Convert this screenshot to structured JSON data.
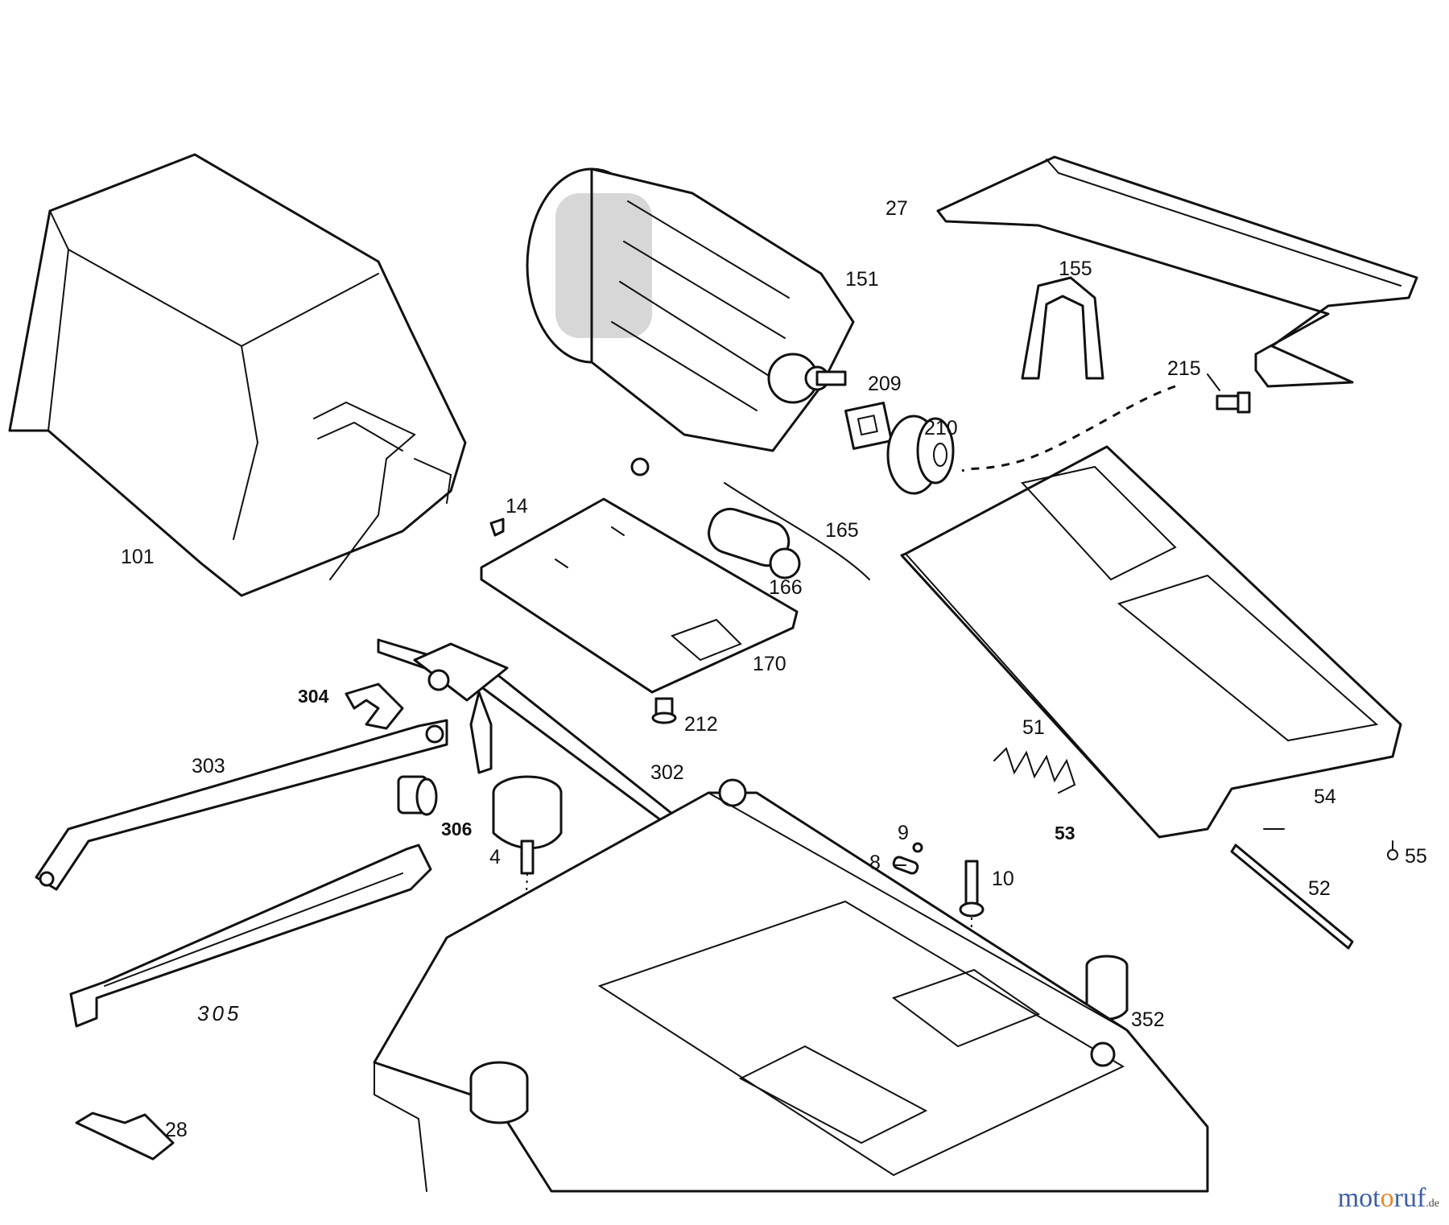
{
  "diagram": {
    "labels": {
      "p101": "101",
      "p151": "151",
      "p27": "27",
      "p155": "155",
      "p215": "215",
      "p209": "209",
      "p210": "210",
      "p14": "14",
      "p165": "165",
      "p166": "166",
      "p170": "170",
      "p212": "212",
      "p304": "304",
      "p303": "303",
      "p302": "302",
      "p306": "306",
      "p4": "4",
      "p305": "305",
      "p28": "28",
      "p51": "51",
      "p53": "53",
      "p54": "54",
      "p55": "55",
      "p52": "52",
      "p9": "9",
      "p8": "8",
      "p10": "10",
      "p352": "352"
    }
  },
  "watermark": {
    "part1": "mot",
    "part2": "o",
    "part3": "ruf",
    "tld": ".de"
  },
  "colors": {
    "line": "#111111",
    "watermark_blue": "#3b5fa8",
    "watermark_orange": "#e08a2c"
  }
}
